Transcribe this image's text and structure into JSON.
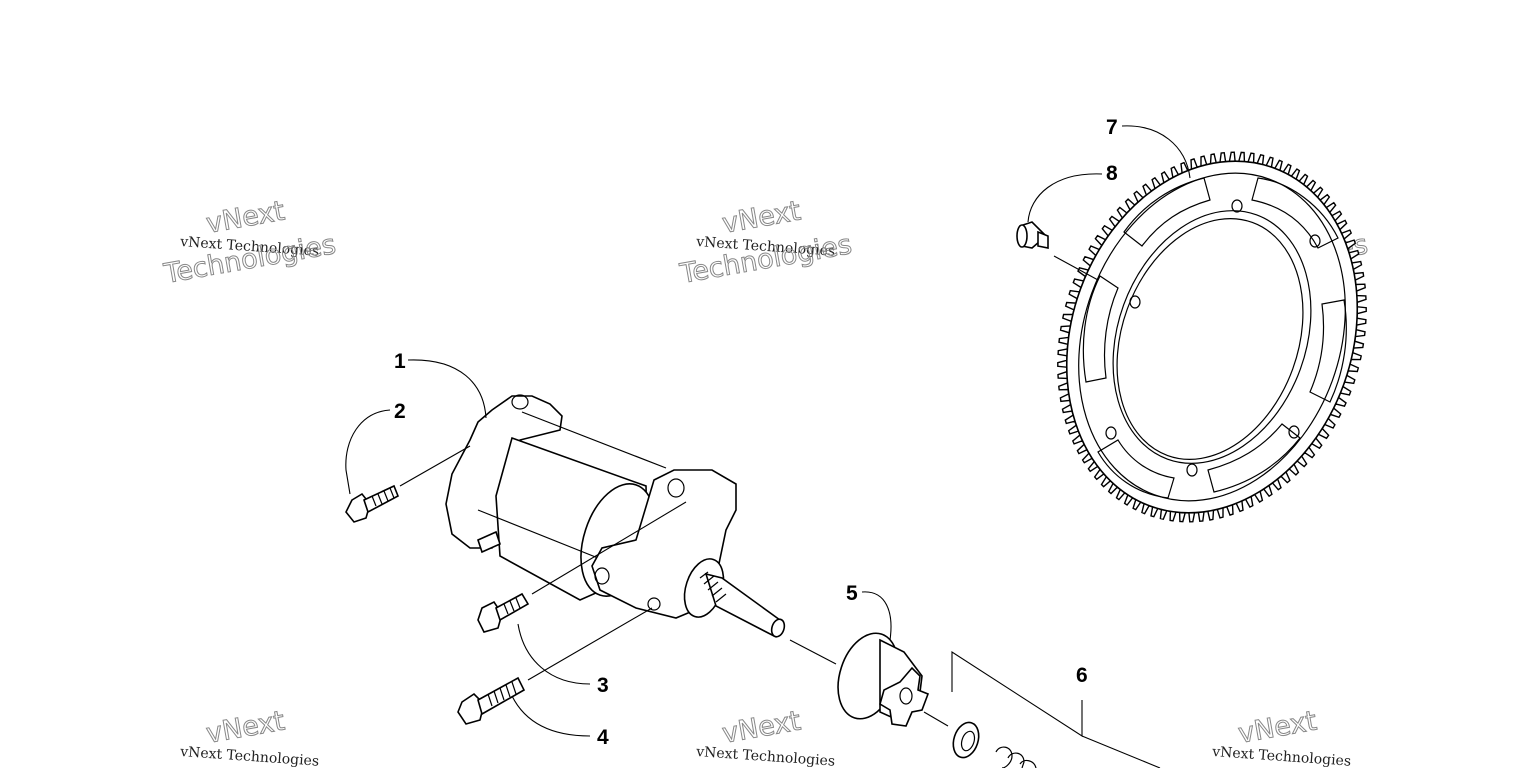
{
  "diagram": {
    "callouts": [
      "1",
      "2",
      "3",
      "4",
      "5",
      "6",
      "7",
      "8"
    ],
    "watermark": {
      "line1": "vNext Technologies",
      "line2": "vNext",
      "line3": "Technologies"
    }
  }
}
